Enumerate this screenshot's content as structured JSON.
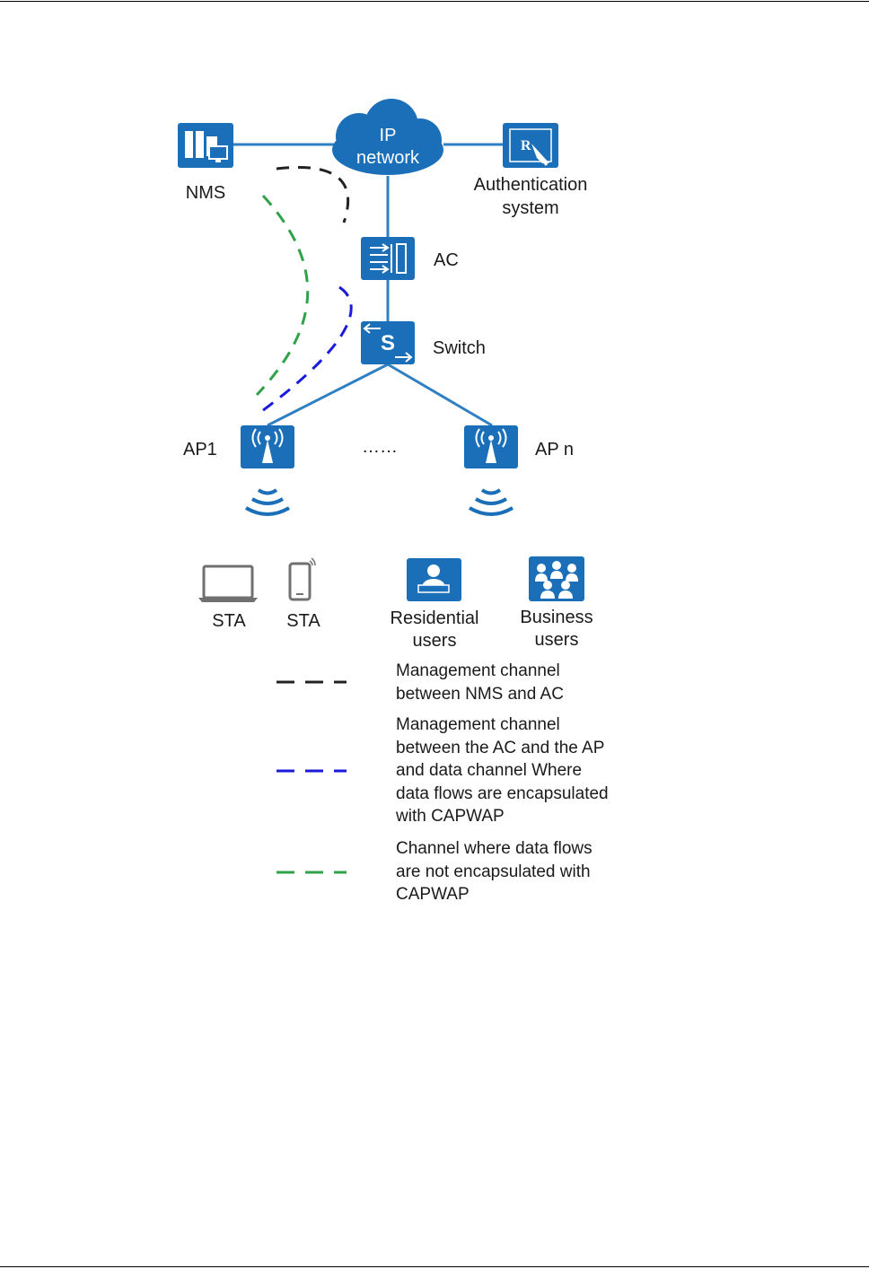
{
  "colors": {
    "device_blue": "#1a6fb8",
    "link_blue": "#2f7fc3",
    "black_dash": "#222222",
    "blue_dash": "#1a1adb",
    "green_dash": "#2fa24a"
  },
  "nodes": {
    "nms": {
      "label": "NMS",
      "icon": "server-monitor-icon"
    },
    "ip_network": {
      "line1": "IP",
      "line2": "network",
      "icon": "cloud-icon"
    },
    "auth": {
      "line1": "Authentication",
      "line2": "system",
      "icon": "auth-cursor-icon"
    },
    "ac": {
      "label": "AC",
      "icon": "access-controller-icon"
    },
    "switch": {
      "label": "Switch",
      "icon": "switch-icon",
      "glyph": "S"
    },
    "ap1": {
      "label": "AP1",
      "icon": "access-point-icon"
    },
    "ellipsis": "……",
    "apn": {
      "label": "AP n",
      "icon": "access-point-icon"
    }
  },
  "clients": [
    {
      "label": "STA",
      "icon": "laptop-icon"
    },
    {
      "label": "STA",
      "icon": "phone-icon"
    },
    {
      "line1": "Residential",
      "line2": "users",
      "icon": "residential-user-icon"
    },
    {
      "line1": "Business",
      "line2": "users",
      "icon": "business-users-icon"
    }
  ],
  "legend": [
    {
      "color": "#222222",
      "text": "Management channel\nbetween NMS and AC"
    },
    {
      "color": "#1a1adb",
      "text": "Management channel\nbetween the AC and the AP\nand data channel Where\ndata flows are encapsulated\nwith CAPWAP"
    },
    {
      "color": "#2fa24a",
      "text": "Channel where data flows\nare not encapsulated with\nCAPWAP"
    }
  ]
}
